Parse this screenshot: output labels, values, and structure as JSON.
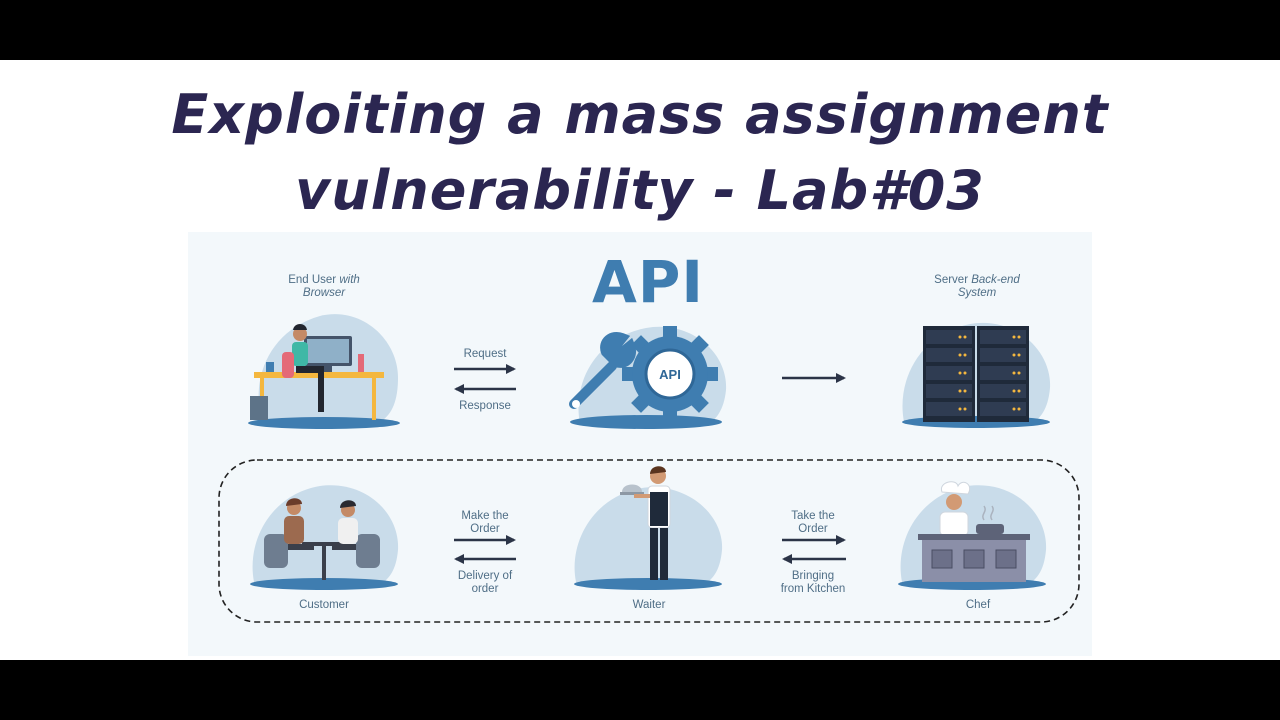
{
  "title": {
    "line1": "Exploiting a mass assignment",
    "line2": "vulnerability - Lab#03"
  },
  "diagram": {
    "api_heading": "API",
    "gear_label": "API",
    "top_row": {
      "end_user": {
        "line1_plain": "End User ",
        "line1_italic": "with",
        "line2_italic": "Browser"
      },
      "server": {
        "line1_plain": "Server ",
        "line1_italic": "Back-end",
        "line2_italic": "System"
      },
      "request": "Request",
      "response": "Response"
    },
    "bottom_row": {
      "customer": "Customer",
      "waiter": "Waiter",
      "chef": "Chef",
      "make_the_order": [
        "Make the",
        "Order"
      ],
      "delivery_of_order": [
        "Delivery of",
        "order"
      ],
      "take_the_order": [
        "Take the",
        "Order"
      ],
      "bringing_from_kitchen": [
        "Bringing",
        "from Kitchen"
      ]
    }
  },
  "colors": {
    "title": "#2b2651",
    "api_blue": "#3f7db0",
    "label_text": "#4f6e86",
    "blob": "#c9dcea",
    "shadow": "#3f7db0",
    "arrow": "#2b3447",
    "panel_bg": "#f3f8fb"
  }
}
